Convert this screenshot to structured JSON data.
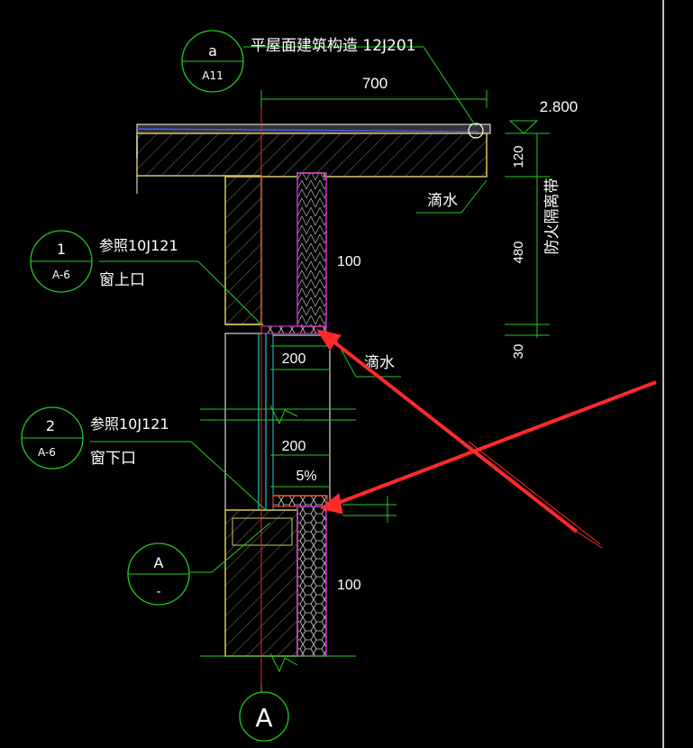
{
  "drawing": {
    "top_ref": {
      "num": "a",
      "sheet": "A11",
      "note": "平屋面建筑构造 12J201"
    },
    "dims": {
      "overhang": "700",
      "elevation": "2.800",
      "slab": "120",
      "beam": "480",
      "gap": "30",
      "fire_band": "防火隔离带",
      "insul_top": "100",
      "insul_bottom": "100",
      "sill_w1": "200",
      "sill_w2": "200",
      "slope": "5%"
    },
    "drip_top": "滴水",
    "drip_mid": "滴水",
    "ref1": {
      "num": "1",
      "sheet": "A-6",
      "see": "参照10J121",
      "name": "窗上口"
    },
    "ref2": {
      "num": "2",
      "sheet": "A-6",
      "see": "参照10J121",
      "name": "窗下口"
    },
    "section": {
      "num": "A",
      "sheet": "-"
    },
    "axis": "A",
    "colors": {
      "background": "#000000",
      "concrete": "#d4c95a",
      "insulation": "#cc33cc",
      "dimension": "#22cc22",
      "red_axis": "#ff2222",
      "arrow": "#ff2a2a",
      "glass": "#22cccc",
      "text": "#ffffff"
    }
  }
}
